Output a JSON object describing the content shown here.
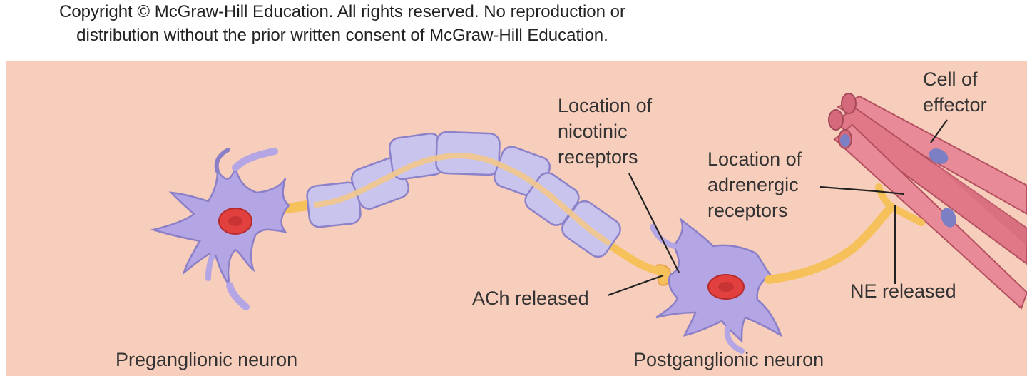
{
  "header": {
    "copyright_line1": "Copyright © McGraw-Hill Education. All rights reserved. No reproduction or",
    "copyright_line2": "distribution without the prior written consent of McGraw-Hill Education."
  },
  "labels": {
    "preganglionic": "Preganglionic neuron",
    "postganglionic": "Postganglionic neuron",
    "nicotinic": "Location of\nnicotinic\nreceptors",
    "adrenergic": "Location of\nadrenergic\nreceptors",
    "ach_released": "ACh released",
    "ne_released": "NE released",
    "effector": "Cell of\neffector"
  },
  "colors": {
    "background": "#f7cdbb",
    "neuron_body": "#b4a6e4",
    "nucleus": "#e2403f",
    "axon": "#f6c15a",
    "myelin": "#c9c4ee",
    "muscle": "#e37a8a"
  }
}
